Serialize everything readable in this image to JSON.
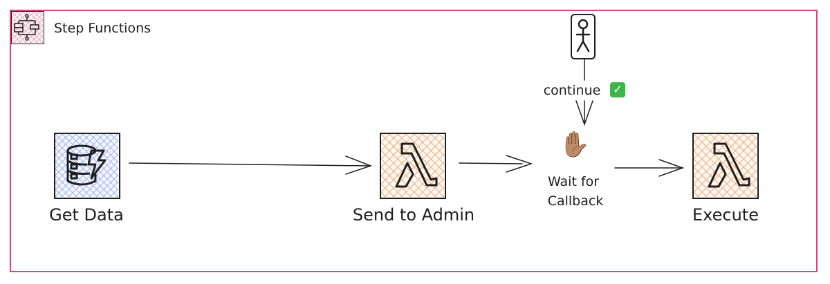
{
  "frame": {
    "title": "Step Functions",
    "border_color": "#c94c7f",
    "icon": "step-functions-icon"
  },
  "nodes": [
    {
      "id": "get-data",
      "label": "Get Data",
      "icon": "database-lightning-icon",
      "fill": "#a5b8f0"
    },
    {
      "id": "send-to-admin",
      "label": "Send to Admin",
      "icon": "lambda-icon",
      "fill": "#f3b98a"
    },
    {
      "id": "wait-for-callback",
      "label_line1": "Wait for",
      "label_line2": "Callback",
      "icon": "raised-hand-icon",
      "glyph": "✋🏽"
    },
    {
      "id": "execute",
      "label": "Execute",
      "icon": "lambda-icon",
      "fill": "#f3b98a"
    }
  ],
  "actor": {
    "icon": "stick-figure-icon",
    "edge_label": "continue",
    "badge": "✓",
    "badge_icon": "check-mark-icon"
  },
  "edges": [
    {
      "from": "get-data",
      "to": "send-to-admin"
    },
    {
      "from": "send-to-admin",
      "to": "wait-for-callback"
    },
    {
      "from": "wait-for-callback",
      "to": "execute"
    },
    {
      "from": "actor",
      "to": "wait-for-callback",
      "label": "continue"
    }
  ]
}
